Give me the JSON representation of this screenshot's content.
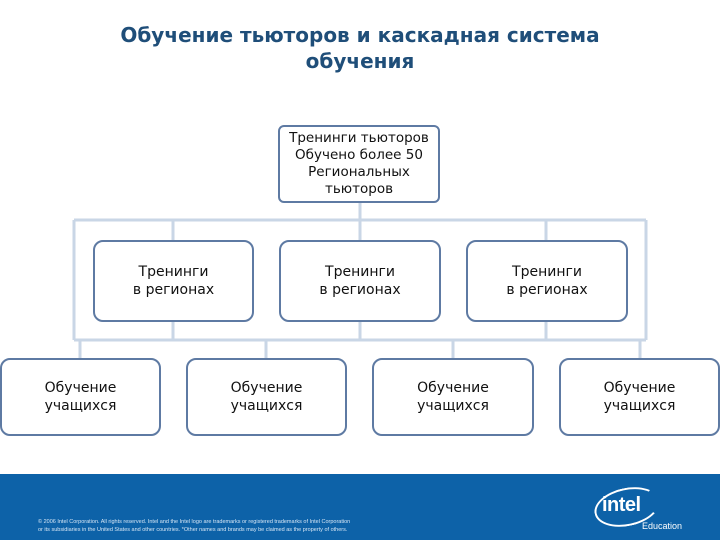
{
  "title": {
    "line1": "Обучение тьюторов и каскадная система",
    "line2": "обучения"
  },
  "root": {
    "line1": "Тренинги тьюторов",
    "line2": "Обучено более 50",
    "line3": "Региональных",
    "line4": "тьюторов"
  },
  "regions": [
    {
      "line1": "Тренинги",
      "line2": "в регионах"
    },
    {
      "line1": "Тренинги",
      "line2": "в регионах"
    },
    {
      "line1": "Тренинги",
      "line2": "в регионах"
    }
  ],
  "students": [
    {
      "line1": "Обучение",
      "line2": "учащихся"
    },
    {
      "line1": "Обучение",
      "line2": "учащихся"
    },
    {
      "line1": "Обучение",
      "line2": "учащихся"
    },
    {
      "line1": "Обучение",
      "line2": "учащихся"
    }
  ],
  "footer": {
    "legal1": "© 2006 Intel Corporation. All rights reserved. Intel and the Intel logo are trademarks or registered trademarks of Intel Corporation",
    "legal2": "or its subsidiaries in the United States and other countries. *Other names and brands may be claimed as the property of others.",
    "logo_text": "intel",
    "logo_sub": "Education"
  },
  "colors": {
    "title": "#1f4e79",
    "box_border": "#5e7aa3",
    "connector": "#c9d6e6",
    "footer_bg": "#0d62a8"
  }
}
